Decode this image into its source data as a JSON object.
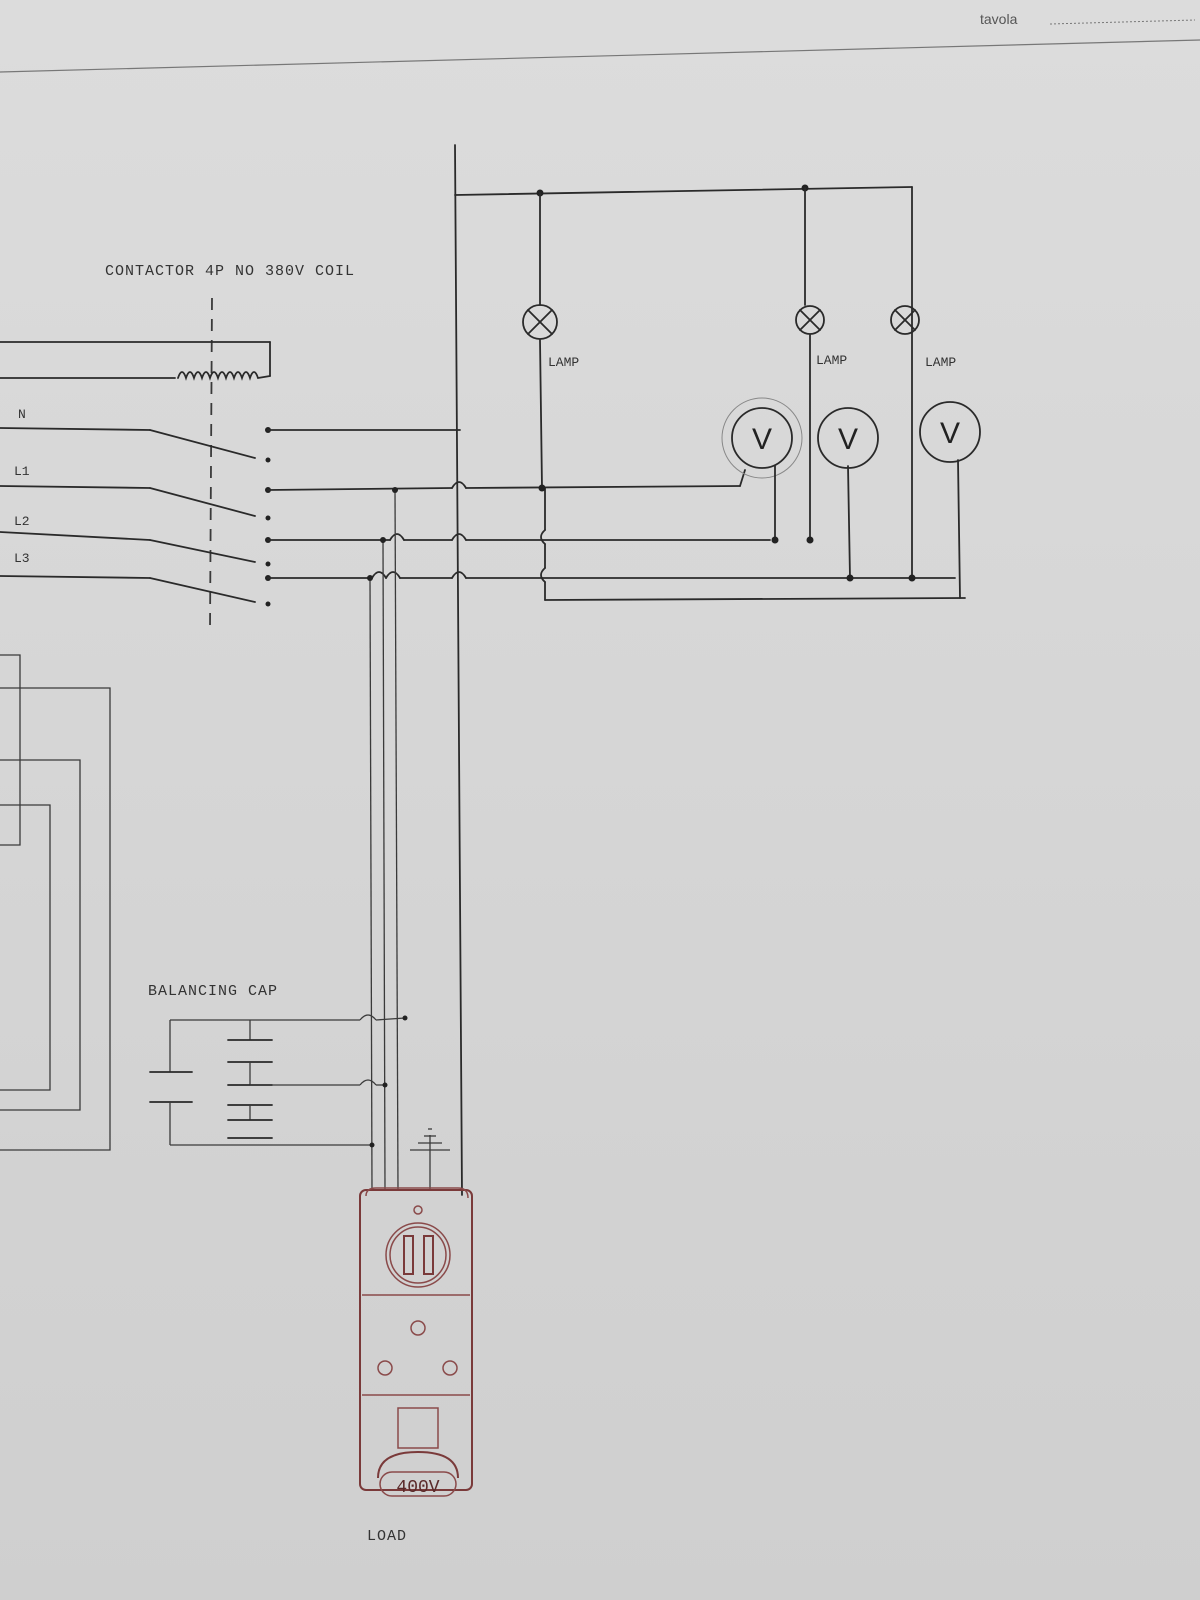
{
  "sheet": {
    "header": {
      "tavola_label": "tavola"
    }
  },
  "diagram": {
    "contactor_label": "CONTACTOR 4P NO 380V COIL",
    "line_labels": {
      "n": "N",
      "l1": "L1",
      "l2": "L2",
      "l3": "L3"
    },
    "lamp_labels": [
      "LAMP",
      "LAMP",
      "LAMP"
    ],
    "voltmeter_symbols": [
      "V",
      "V",
      "V"
    ],
    "capacitor_label": "BALANCING CAP",
    "load_rating": "400V",
    "load_label": "LOAD"
  }
}
